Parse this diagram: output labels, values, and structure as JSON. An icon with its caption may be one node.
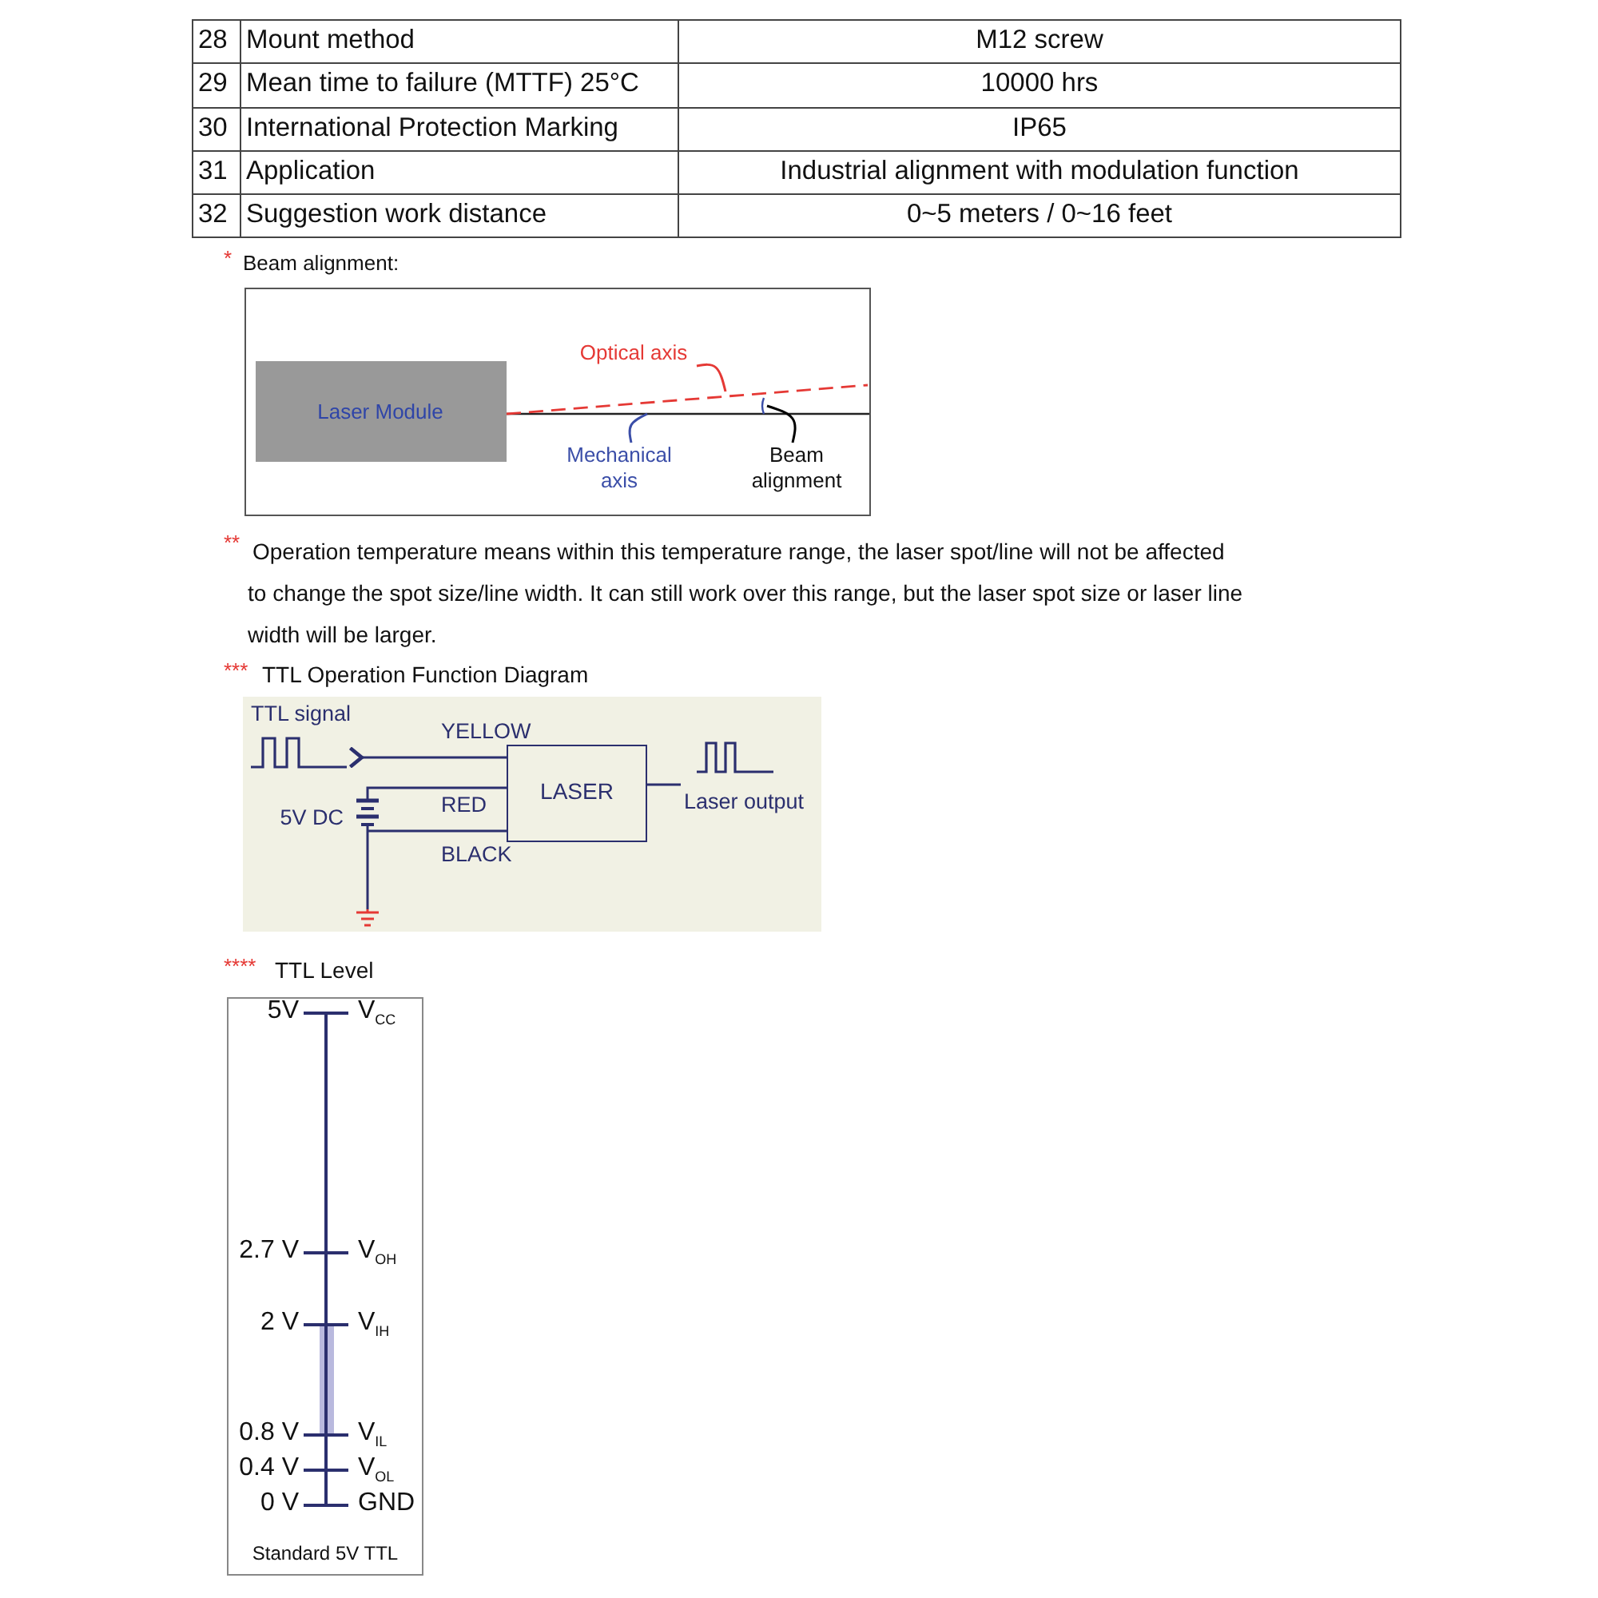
{
  "diagram": {
    "nodes": [
      {
        "text": [],
        "shape": "box"
      },
      {
        "text": [
          "Laser Module"
        ],
        "in": 0
      },
      {
        "text": [
          "Optical axis"
        ],
        "in": 0
      },
      {
        "text": [
          "Mechanical axis"
        ],
        "in": 0
      },
      {
        "text": [
          "Beam alignment"
        ],
        "in": 0
      },
      {
        "text": [],
        "shape": "box"
      },
      {
        "text": [
          "TTL signal"
        ],
        "in": 5
      },
      {
        "text": [],
        "shape": "battery",
        "in": 5,
        "beside": [
          "5V DC"
        ]
      },
      {
        "text": [
          "LASER"
        ],
        "in": 5
      },
      {
        "text": [
          "Laser output"
        ],
        "in": 5
      },
      {
        "text": [],
        "shape": "ground",
        "in": 5
      },
      {
        "text": [
          "Standard 5V TTL"
        ]
      }
    ],
    "edges": [
      {
        "from": 2,
        "to": null,
        "arrow": "none",
        "color": "#e53935"
      },
      {
        "from": 3,
        "to": null,
        "arrow": "none",
        "color": "#3b4ea8"
      },
      {
        "from": 4,
        "to": null,
        "arrow": "none",
        "color": "#000000"
      },
      {
        "from": 8,
        "to": 6,
        "arrow": "other",
        "label": "YELLOW"
      },
      {
        "from": 7,
        "to": 8,
        "arrow": "none",
        "label": "RED"
      },
      {
        "from": 7,
        "to": 8,
        "arrow": "none",
        "label": "BLACK"
      },
      {
        "from": 8,
        "to": 9,
        "arrow": "none"
      },
      {
        "from": 7,
        "to": 10,
        "arrow": "none"
      }
    ],
    "labels": [
      "28",
      "Mount method",
      "M12 screw",
      "29",
      "Mean time to failure (MTTF) 25°C",
      "10000 hrs",
      "30",
      "International Protection Marking",
      "IP65",
      "31",
      "Application",
      "Industrial alignment with modulation function",
      "32",
      "Suggestion work distance",
      "0~5 meters / 0~16 feet",
      "*",
      "Beam alignment:",
      "**",
      "Operation temperature means within this temperature range, the laser spot/line will not be affected to change the spot size/line width. It can still work over this range, but the laser spot size or laser line width will be larger.",
      "***",
      "TTL Operation Function Diagram",
      "****",
      "TTL Level",
      "5V",
      "V$_{CC}$",
      "2.7 V",
      "V$_{OH}$",
      "2 V",
      "V$_{IH}$",
      "0.8 V",
      "V$_{IL}$",
      "0.4 V",
      "V$_{OL}$",
      "0 V",
      "GND"
    ]
  }
}
